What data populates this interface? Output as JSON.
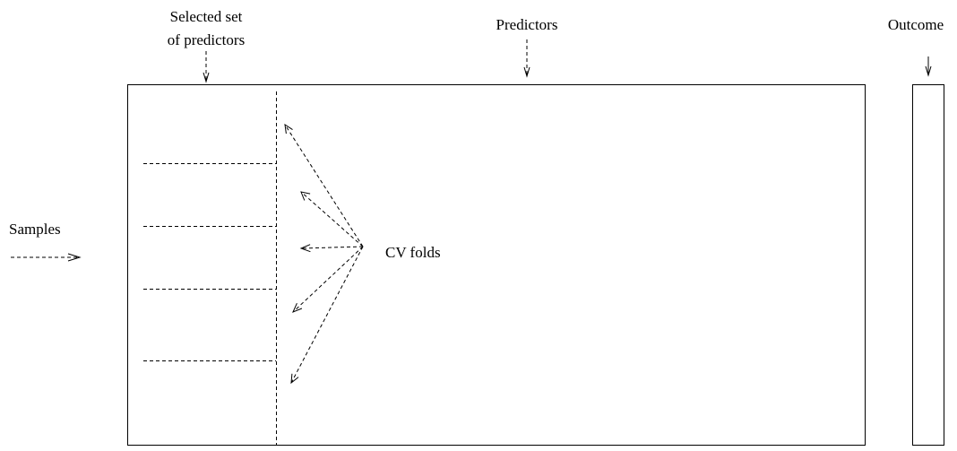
{
  "labels": {
    "selected_line1": "Selected set",
    "selected_line2": "of predictors",
    "predictors": "Predictors",
    "outcome": "Outcome",
    "samples": "Samples",
    "cv_folds": "CV folds"
  }
}
